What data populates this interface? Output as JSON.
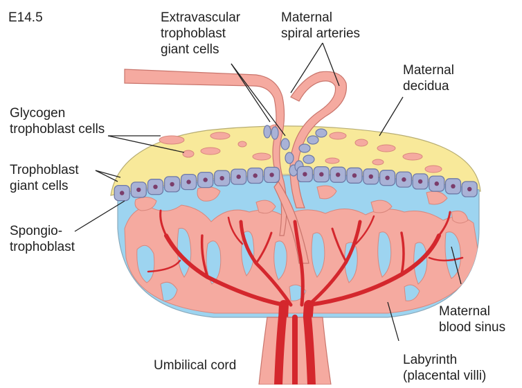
{
  "stage_label": "E14.5",
  "labels": {
    "extravascular": [
      "Extravascular",
      "trophoblast",
      "giant cells"
    ],
    "spiral": [
      "Maternal",
      "spiral arteries"
    ],
    "decidua": [
      "Maternal",
      "decidua"
    ],
    "glycogen": [
      "Glycogen",
      "trophoblast cells"
    ],
    "giant": [
      "Trophoblast",
      "giant cells"
    ],
    "spongio": [
      "Spongio-",
      "trophoblast"
    ],
    "sinus": [
      "Maternal",
      "blood sinus"
    ],
    "cord": "Umbilical cord",
    "labyrinth": [
      "Labyrinth",
      "(placental villi)"
    ]
  },
  "colors": {
    "decidua": "#f8e99a",
    "spongiotrophoblast": "#9dd4f0",
    "maternal_tissue": "#f5aaa0",
    "fetal_vessels": "#d4272d",
    "giant_cells": "#a9b2d6",
    "giant_cell_outline": "#6d79a6",
    "outline": "#8c8c8c"
  }
}
